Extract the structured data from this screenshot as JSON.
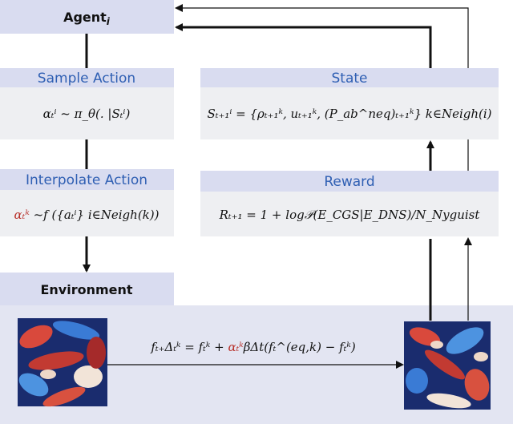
{
  "agent": {
    "label": "Agent",
    "subscript": "i"
  },
  "sample_action": {
    "header": "Sample Action",
    "formula": "αₜⁱ ~ π_θ(. |Sₜⁱ)"
  },
  "interpolate_action": {
    "header": "Interpolate Action",
    "formula_red": "αₜᵏ",
    "formula_rest": " ~f ({aₜⁱ} i∈Neigh(k))"
  },
  "environment": {
    "label": "Environment",
    "update_lhs": "fₜ₊Δₜᵏ = fₜᵏ + ",
    "update_red": "αₜᵏ",
    "update_rhs": "βΔt(fₜ^(eq,k) − fₜᵏ)"
  },
  "state": {
    "header": "State",
    "formula": "Sₜ₊₁ⁱ = {ρₜ₊₁ᵏ, uₜ₊₁ᵏ, (P_ab^neq)ₜ₊₁ᵏ} k∈Neigh(i)"
  },
  "reward": {
    "header": "Reward",
    "formula": "Rₜ₊₁ = 1 + log𝒫(E_CGS|E_DNS)/N_Nyguist"
  },
  "colors": {
    "header": "#d9dcf0",
    "accent_text": "#2f5fb3",
    "red": "#b8302a"
  }
}
